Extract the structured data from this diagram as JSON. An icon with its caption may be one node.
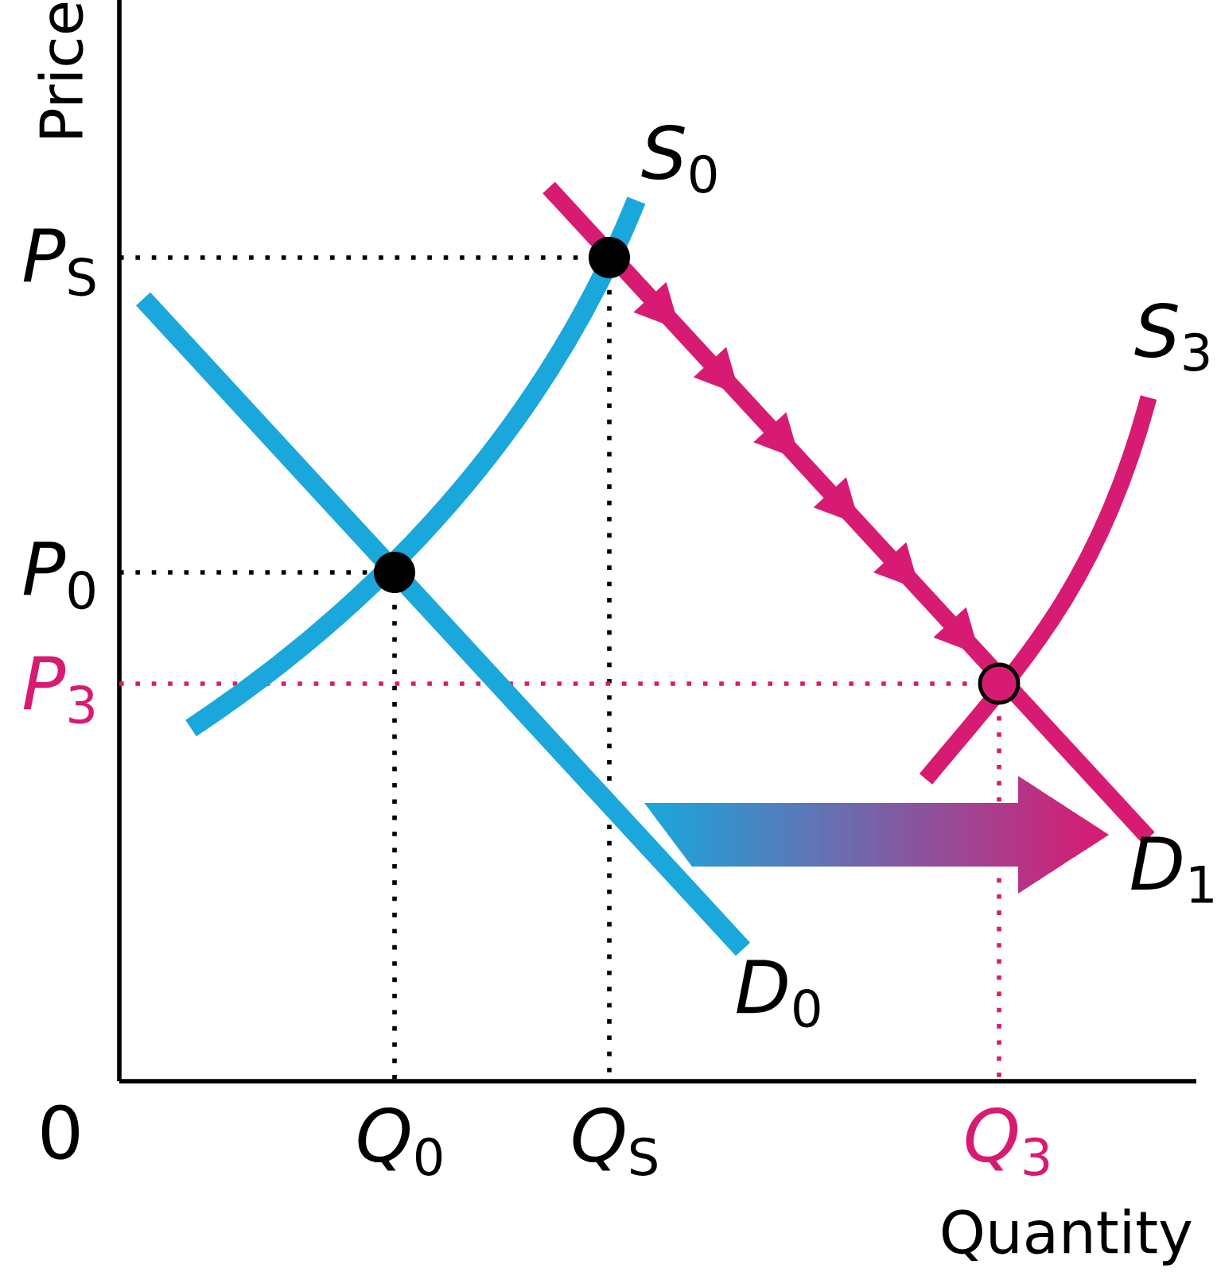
{
  "diagram": {
    "labels": [
      "Price",
      "*S*$_{0}$",
      "*P*$_{S}$",
      "*P*$_{0}$",
      "*P*$_{3}$",
      "*S*$_{3}$",
      "*D*$_{1}$",
      "*D*$_{0}$",
      "0",
      "*Q*$_{0}$",
      "*Q*$_{S}$",
      "*Q*$_{3}$",
      "Quantity"
    ]
  }
}
